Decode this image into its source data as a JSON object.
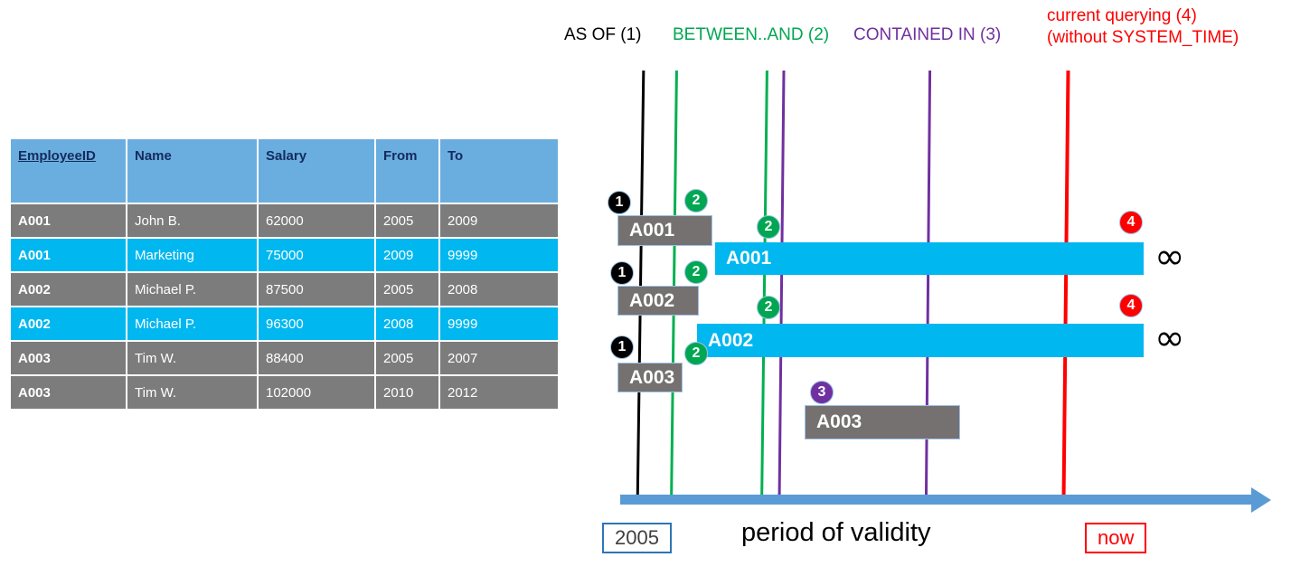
{
  "table": {
    "headers": [
      "EmployeeID",
      "Name",
      "Salary",
      "From",
      "To"
    ],
    "rows": [
      {
        "style": "gray",
        "cells": [
          "A001",
          "John  B.",
          "62000",
          "2005",
          "2009"
        ]
      },
      {
        "style": "cyan",
        "cells": [
          "A001",
          "Marketing",
          "75000",
          "2009",
          "9999"
        ]
      },
      {
        "style": "gray",
        "cells": [
          "A002",
          "Michael P.",
          "87500",
          "2005",
          "2008"
        ]
      },
      {
        "style": "cyan",
        "cells": [
          "A002",
          "Michael P.",
          "96300",
          "2008",
          "9999"
        ]
      },
      {
        "style": "gray",
        "cells": [
          "A003",
          "Tim W.",
          "88400",
          "2005",
          "2007"
        ]
      },
      {
        "style": "gray",
        "cells": [
          "A003",
          "Tim W.",
          "102000",
          "2010",
          "2012"
        ]
      }
    ]
  },
  "legend": {
    "as_of": "AS OF (1)",
    "between_and": "BETWEEN..AND (2)",
    "contained_in": "CONTAINED IN (3)",
    "current_line1": "current querying (4)",
    "current_line2": "(without SYSTEM_TIME)"
  },
  "colors": {
    "as_of": "#000000",
    "between_and": "#00A651",
    "contained_in": "#7030A0",
    "current": "#FF0000",
    "bar_gray": "#767171",
    "bar_cyan": "#00B7F0",
    "table_header": "#6AAEE0",
    "axis": "#5B9BD5"
  },
  "bars": [
    {
      "label": "A001",
      "style": "gray"
    },
    {
      "label": "A001",
      "style": "cyan"
    },
    {
      "label": "A002",
      "style": "gray"
    },
    {
      "label": "A002",
      "style": "cyan"
    },
    {
      "label": "A003",
      "style": "gray"
    },
    {
      "label": "A003",
      "style": "gray"
    }
  ],
  "badges": [
    {
      "num": "1"
    },
    {
      "num": "2"
    },
    {
      "num": "2"
    },
    {
      "num": "1"
    },
    {
      "num": "2"
    },
    {
      "num": "2"
    },
    {
      "num": "1"
    },
    {
      "num": "2"
    },
    {
      "num": "3"
    },
    {
      "num": "4"
    },
    {
      "num": "4"
    }
  ],
  "infinity_symbols": [
    "∞",
    "∞"
  ],
  "axis": {
    "start_label": "2005",
    "caption": "period of validity",
    "end_label": "now"
  }
}
